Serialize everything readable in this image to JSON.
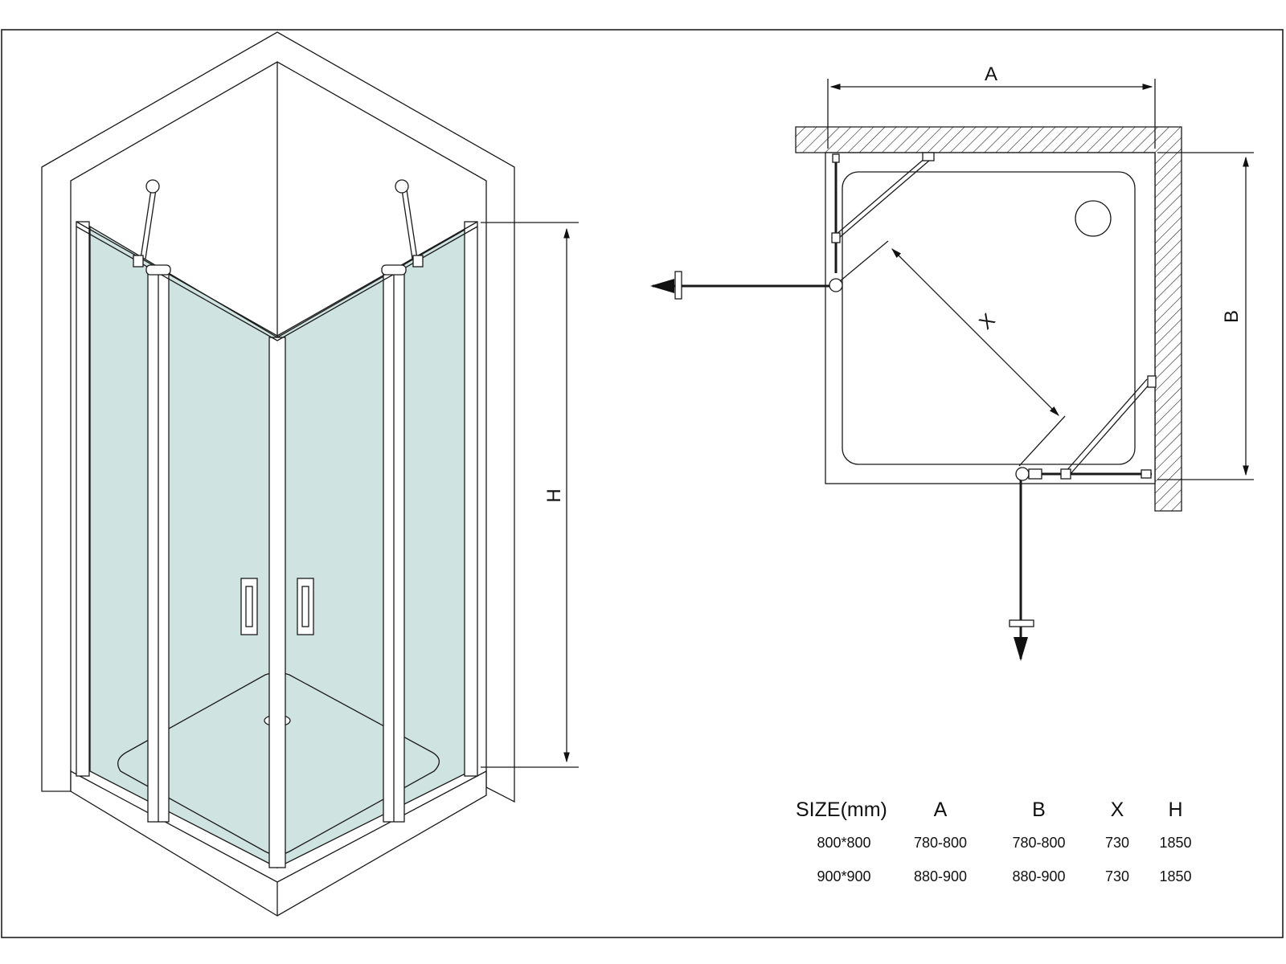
{
  "dimensions": {
    "width_label": "A",
    "depth_label": "B",
    "diagonal_label": "X",
    "height_label": "H"
  },
  "size_table": {
    "headers": [
      "SIZE(mm)",
      "A",
      "B",
      "X",
      "H"
    ],
    "rows": [
      [
        "800*800",
        "780-800",
        "780-800",
        "730",
        "1850"
      ],
      [
        "900*900",
        "880-900",
        "880-900",
        "730",
        "1850"
      ]
    ]
  },
  "colors": {
    "glass": "#cfe3e0",
    "line": "#1a1a1a",
    "wall_hatch": "#222222"
  }
}
